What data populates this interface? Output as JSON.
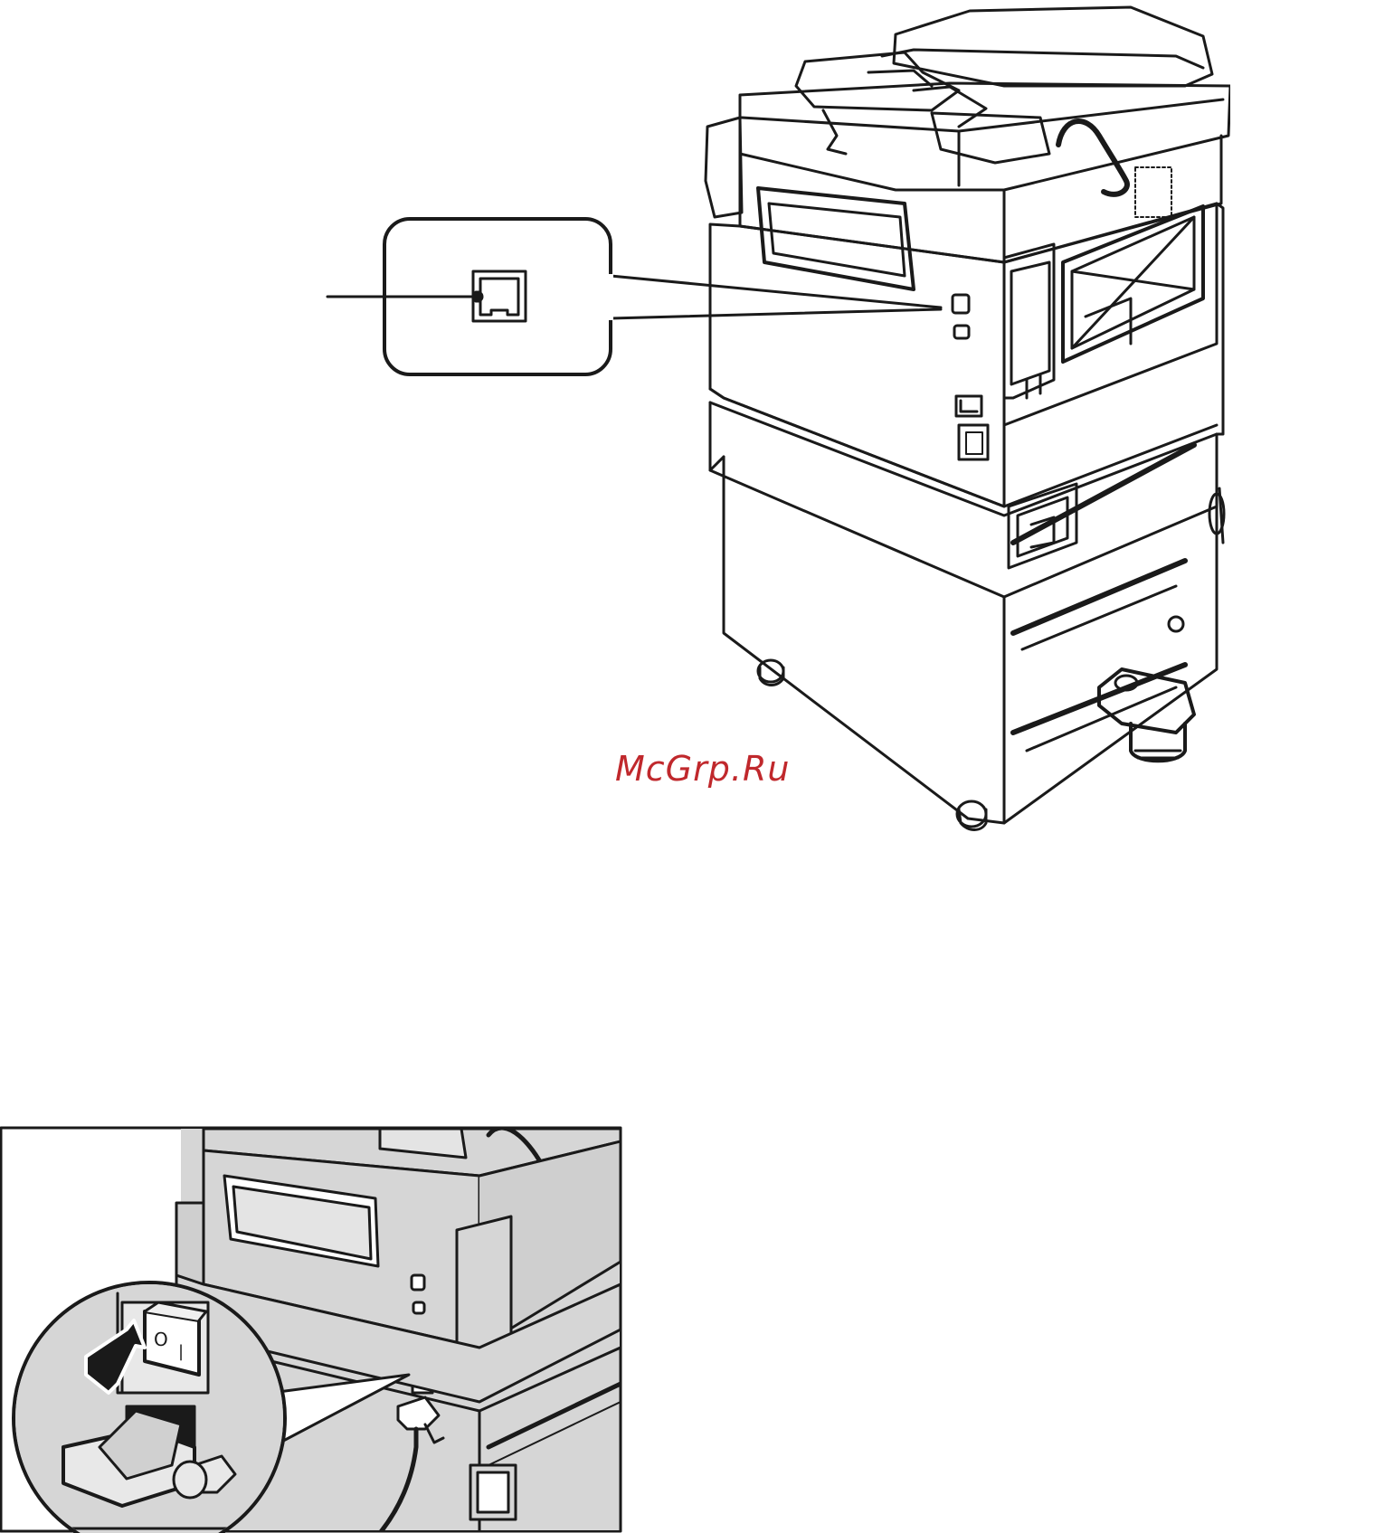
{
  "watermark": {
    "text": "McGrp.Ru",
    "color": "#c0282c"
  },
  "figures": {
    "top": {
      "icon": "printer-rear-with-network-port-callout"
    },
    "bottom": {
      "icon": "printer-power-switch-and-cord-callout",
      "switch_off_symbol": "O",
      "switch_on_symbol": "|"
    }
  },
  "colors": {
    "line": "#1a1a1a",
    "panel_fill": "#d6d6d6",
    "background": "#ffffff"
  }
}
